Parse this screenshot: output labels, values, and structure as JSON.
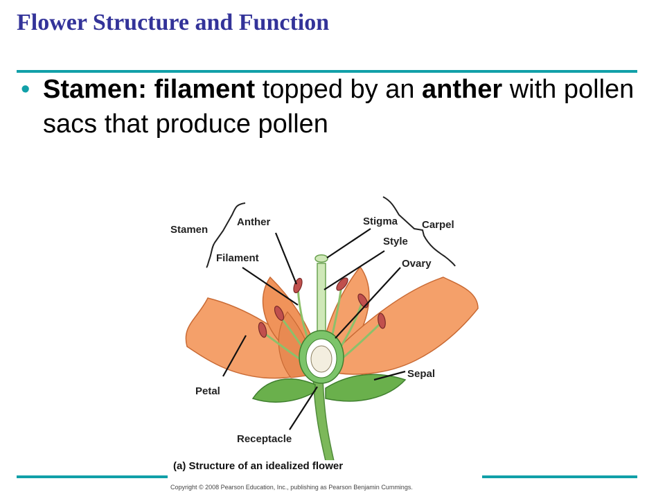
{
  "title": "Flower Structure and Function",
  "bullet": {
    "seg1_bold": "Stamen: filament",
    "seg2": " topped by an ",
    "seg3_bold": "anther",
    "seg4": " with pollen sacs that produce pollen"
  },
  "labels": {
    "stamen": "Stamen",
    "anther": "Anther",
    "filament": "Filament",
    "stigma": "Stigma",
    "style": "Style",
    "carpel": "Carpel",
    "ovary": "Ovary",
    "petal": "Petal",
    "sepal": "Sepal",
    "receptacle": "Receptacle"
  },
  "caption": "(a) Structure of an idealized flower",
  "copyright": "Copyright © 2008 Pearson Education, Inc., publishing as Pearson Benjamin Cummings.",
  "colors": {
    "title": "#333399",
    "rule": "#11a0a8",
    "petal": "#f4a06a",
    "petal_dark": "#e07c43",
    "sepal": "#6ab04c",
    "stamen_filament": "#8cc06a",
    "anther": "#c0504d",
    "ovary_wall": "#7cc46a",
    "ovule": "#f3eedf"
  }
}
